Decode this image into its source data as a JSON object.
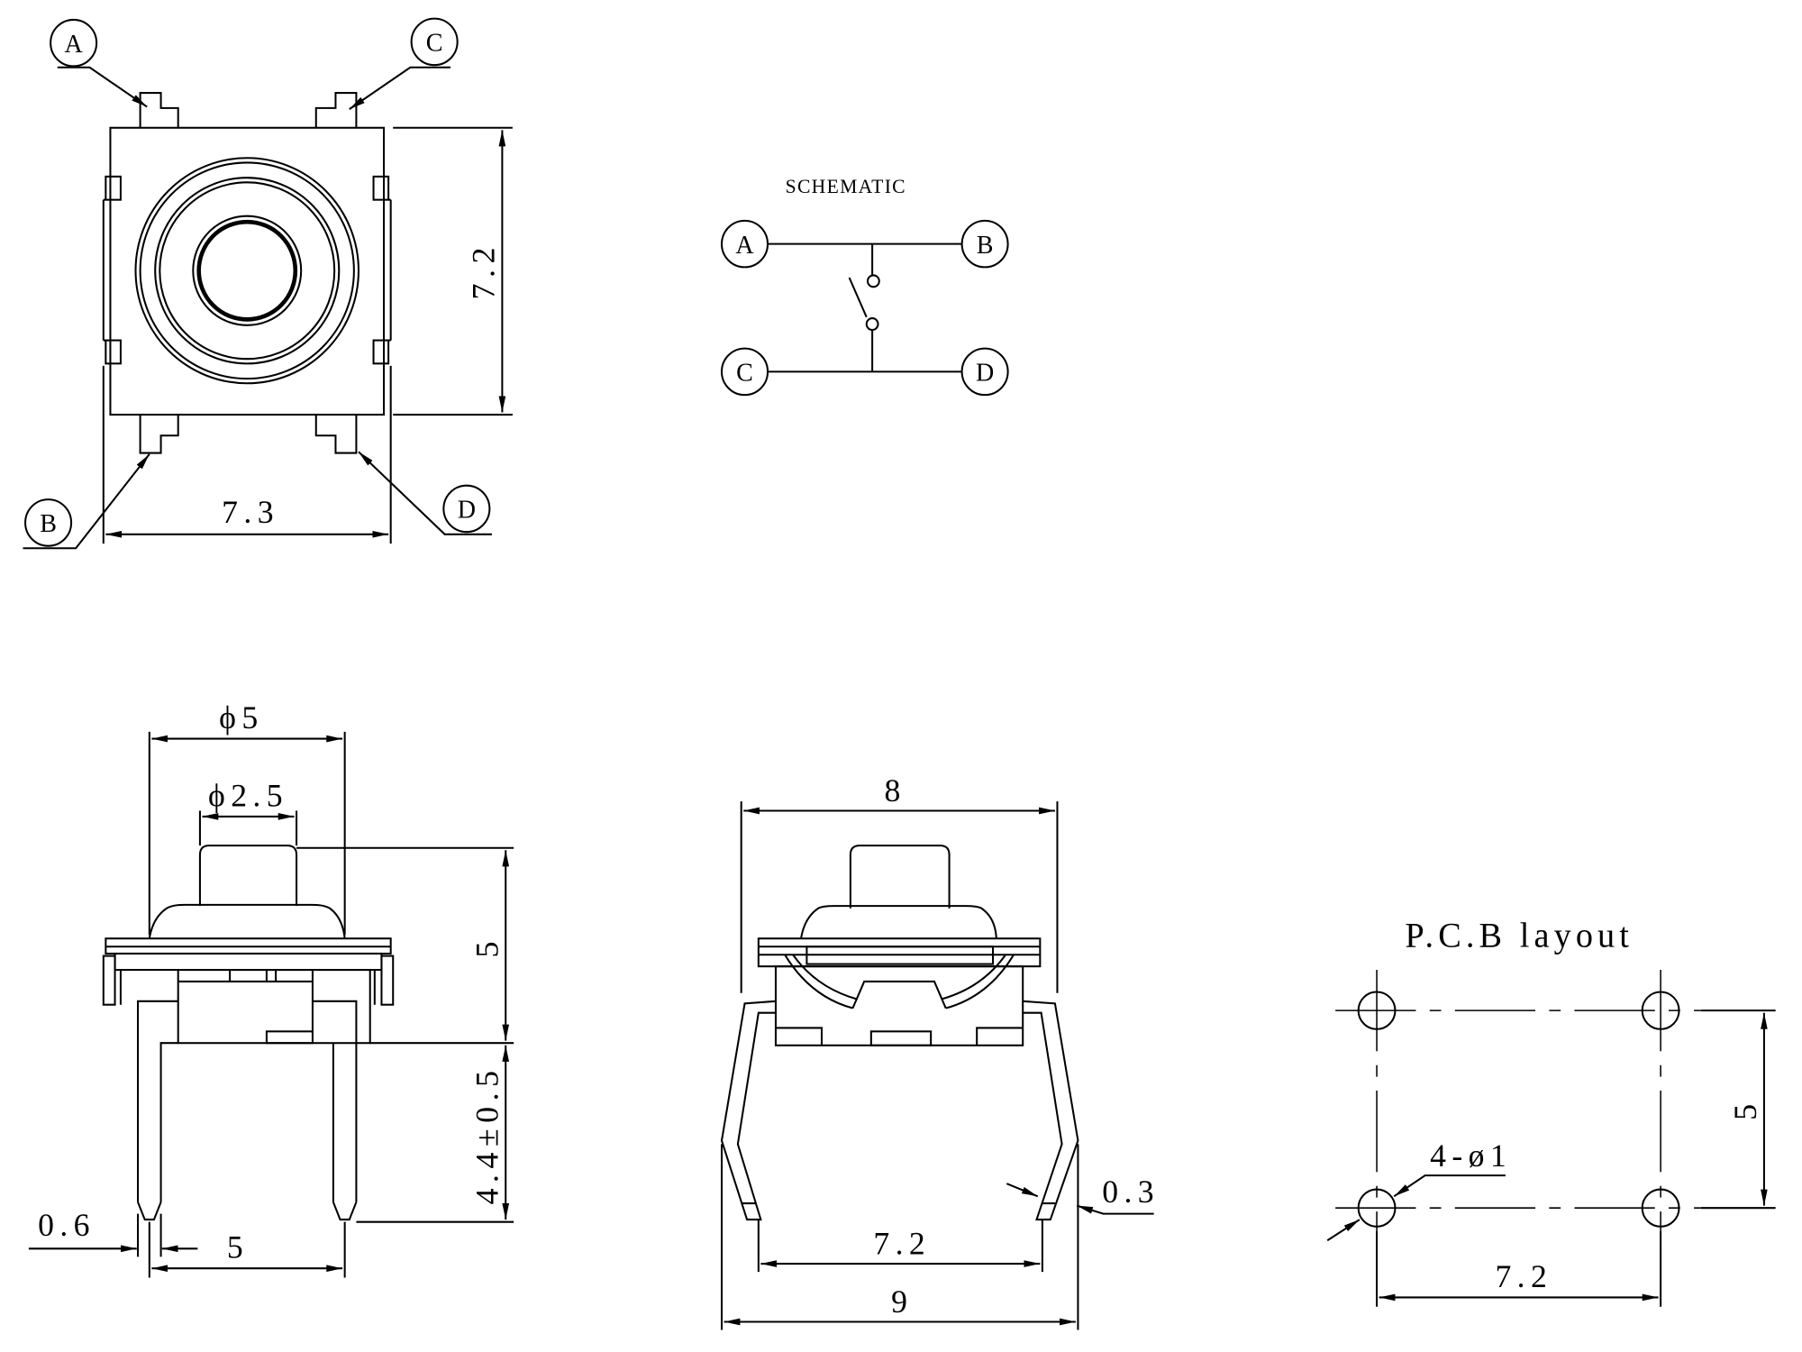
{
  "top_view": {
    "pin_labels": {
      "a": "A",
      "b": "B",
      "c": "C",
      "d": "D"
    },
    "dim_height": "7.2",
    "dim_width": "7.3"
  },
  "schematic": {
    "title": "SCHEMATIC",
    "labels": {
      "a": "A",
      "b": "B",
      "c": "C",
      "d": "D"
    }
  },
  "side_view": {
    "dim_cap_diameter": "ϕ5",
    "dim_stem_diameter": "ϕ2.5",
    "dim_body_height": "5",
    "dim_pin_length": "4.4±0.5",
    "dim_pin_width": "0.6",
    "dim_pin_pitch": "5"
  },
  "front_view": {
    "dim_body_width": "8",
    "dim_pin_thickness": "0.3",
    "dim_inner_span": "7.2",
    "dim_outer_span": "9"
  },
  "pcb_layout": {
    "title": "P.C.B layout",
    "dim_vertical": "5",
    "dim_holes": "4-ø1",
    "dim_horizontal": "7.2"
  },
  "colors": {
    "line": "#000000",
    "background": "#ffffff"
  }
}
